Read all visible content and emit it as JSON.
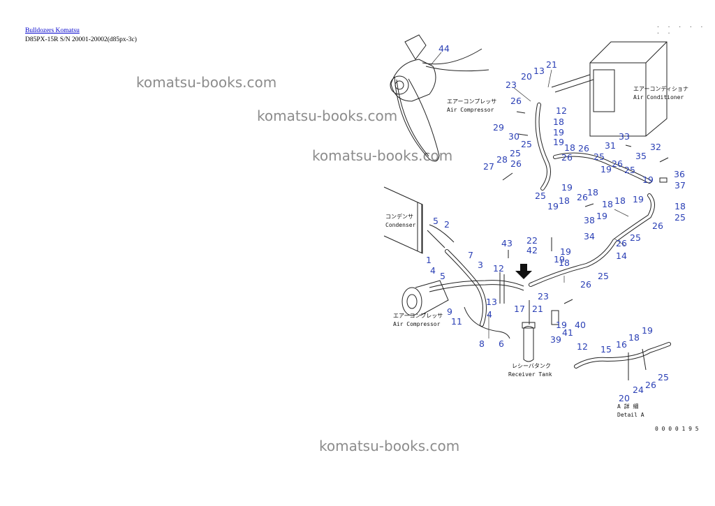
{
  "header": {
    "link_text": "Bulldozers Komatsu",
    "model_line": "D85PX-15R S/N 20001-20002(d85px-3c)"
  },
  "watermarks": [
    "komatsu-books.com",
    "komatsu-books.com",
    "komatsu-books.com",
    "komatsu-books.com"
  ],
  "corner_dots": ". . . . . . .",
  "figure_code": "0 0 0 0 1 9 5",
  "captions": {
    "compressor_top_jp": "エアーコンプレッサ",
    "compressor_top_en": "Air Compressor",
    "air_conditioner_jp": "エアーコンディショナ",
    "air_conditioner_en": "Air Conditioner",
    "condenser_jp": "コンデンサ",
    "condenser_en": "Condenser",
    "compressor_bottom_jp": "エアーコンプレッサ",
    "compressor_bottom_en": "Air Compressor",
    "receiver_jp": "レシーバタンク",
    "receiver_en": "Receiver Tank",
    "detail_jp": "A 詳 細",
    "detail_en": "Detail A"
  },
  "callouts": [
    "44",
    "23",
    "20",
    "13",
    "21",
    "12",
    "26",
    "18",
    "19",
    "29",
    "30",
    "25",
    "28",
    "27",
    "26",
    "31",
    "33",
    "32",
    "35",
    "36",
    "37",
    "38",
    "34",
    "14",
    "22",
    "42",
    "43",
    "5",
    "2",
    "1",
    "7",
    "3",
    "4",
    "9",
    "11",
    "10",
    "8",
    "6",
    "17",
    "39",
    "41",
    "40",
    "15",
    "16",
    "24",
    "20"
  ]
}
